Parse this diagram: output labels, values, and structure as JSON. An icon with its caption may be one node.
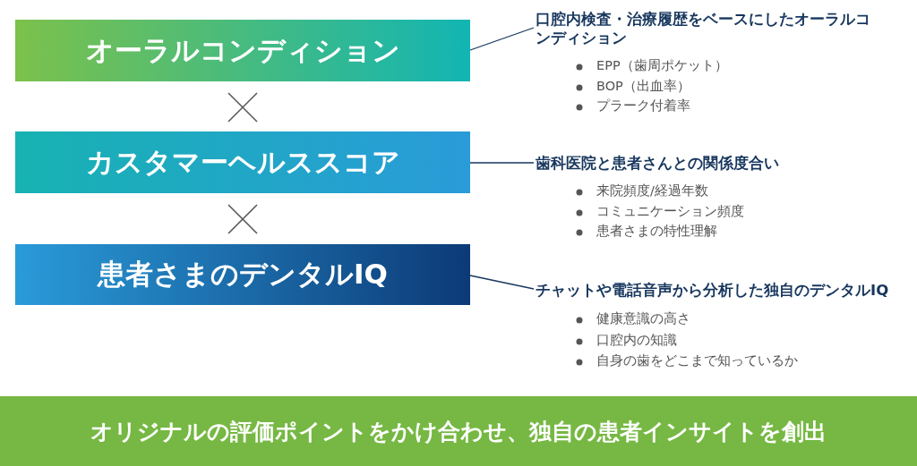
{
  "diagram": {
    "nodes": [
      {
        "text": [
          "オーラルコンディション"
        ]
      },
      {
        "text": [
          "カスタマーヘルススコア"
        ]
      },
      {
        "text": [
          "患者さまのデンタルIQ"
        ]
      },
      {
        "text": [
          "口腔内検査・治療履歴をベースにしたオーラルコンディション"
        ]
      },
      {
        "text": [
          "歯科医院と患者さんとの関係度合い"
        ]
      },
      {
        "text": [
          "チャットや電話音声から分析した独自のデンタルIQ"
        ]
      },
      {
        "text": [
          "オリジナルの評価ポイントをかけ合わせ、独自の患者インサイトを創出"
        ]
      }
    ],
    "edges": [
      {
        "from": 0,
        "to": 3,
        "arrow": "none"
      },
      {
        "from": 1,
        "to": 4,
        "arrow": "none"
      },
      {
        "from": 2,
        "to": 5,
        "arrow": "none"
      }
    ],
    "labels": [
      "EPP（歯周ポケット）",
      "BOP（出血率）",
      "プラーク付着率",
      "来院頻度/経過年数",
      "コミュニケーション頻度",
      "患者さまの特性理解",
      "健康意識の高さ",
      "口腔内の知識",
      "自身の歯をどこまで知っているか"
    ]
  }
}
